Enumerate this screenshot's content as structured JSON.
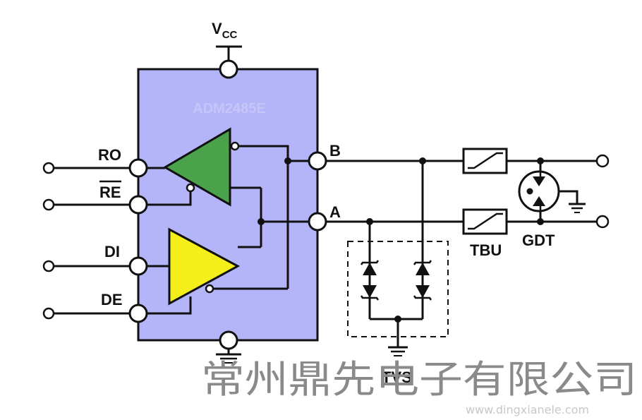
{
  "labels": {
    "vcc_main": "V",
    "vcc_sub": "CC",
    "ro": "RO",
    "re": "RE",
    "di": "DI",
    "de": "DE",
    "b": "B",
    "a": "A",
    "tbu": "TBU",
    "gdt": "GDT",
    "tvs": "TVS"
  },
  "chip_name": "ADM2485E",
  "watermark": "常州鼎先电子有限公司",
  "watermark_url": "www.dingxianele.com",
  "colors": {
    "chip_fill": "#b4b4f8",
    "receiver_fill": "#4aa24a",
    "driver_fill": "#f4ee1a",
    "wire": "#111111"
  }
}
